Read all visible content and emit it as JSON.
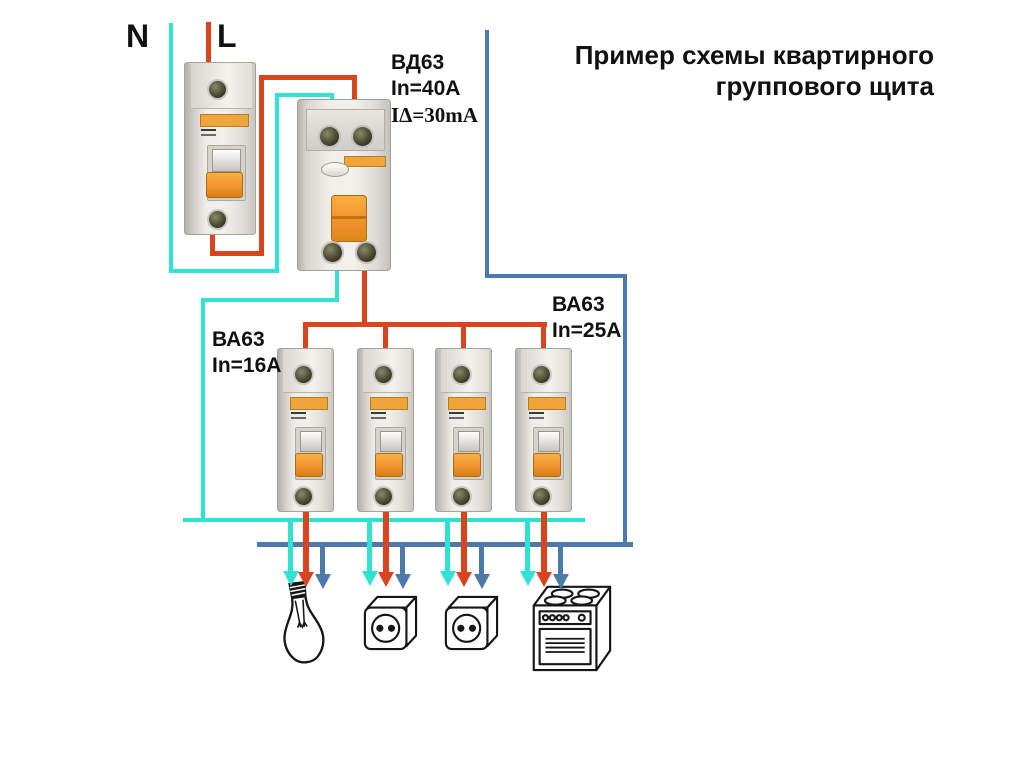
{
  "title": {
    "line1": "Пример схемы квартирного",
    "line2": "группового щита"
  },
  "input_terminals": {
    "neutral_label": "N",
    "phase_label": "L"
  },
  "rcd_label": {
    "model": "ВД63",
    "rated_current": "In=40A",
    "leakage_current": "IΔ=30mA"
  },
  "group_breakers_label_left": {
    "model": "ВА63",
    "rated_current": "In=16A"
  },
  "group_breakers_label_right": {
    "model": "ВА63",
    "rated_current": "In=25A"
  },
  "loads": [
    {
      "icon": "light-bulb-icon"
    },
    {
      "icon": "wall-socket-icon"
    },
    {
      "icon": "wall-socket-icon"
    },
    {
      "icon": "electric-stove-icon"
    }
  ],
  "colors": {
    "neutral_wire": "#2fe2d2",
    "phase_wire": "#d9431d",
    "protective_earth_wire": "#4d79ac",
    "breaker_toggle": "#f0922e",
    "breaker_label_strip": "#f0a43c"
  }
}
